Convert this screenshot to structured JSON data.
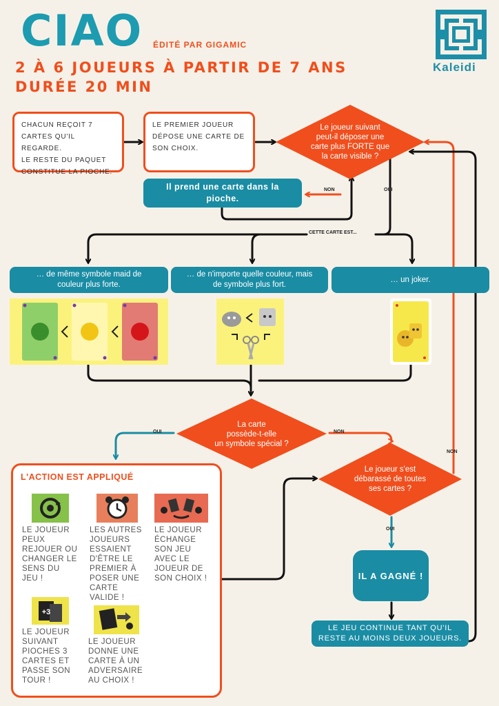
{
  "header": {
    "title": "CIAO",
    "edited_by": "ÉDITÉ PAR  GIGAMIC",
    "players": "2 À 6 JOUEURS À PARTIR DE 7 ANS",
    "duration": "DURÉE 20 MIN",
    "logo": "Kaleidi"
  },
  "flow": {
    "start_box": [
      "CHACUN REÇOIT 7",
      "CARTES QU'IL REGARDE.",
      "LE RESTE DU PAQUET",
      "CONSTITUE LA PIOCHE."
    ],
    "first_player_box": [
      "LE PREMIER JOUEUR",
      "DÉPOSE UNE CARTE DE",
      "SON CHOIX."
    ],
    "decision_stronger": [
      "Le joueur suivant",
      "peut-il déposer une",
      "carte plus FORTE que",
      "la carte visible ?"
    ],
    "draw_box": [
      "Il prend une carte dans la",
      "pioche."
    ],
    "label_non_1": "NON",
    "label_oui_1": "OUI",
    "label_card_is": "CETTE CARTE EST...",
    "option_same_symbol": [
      "… de même symbole maid de",
      "couleur plus forte."
    ],
    "option_any_color": [
      "… de n'importe quelle couleur, mais",
      "de symbole plus fort."
    ],
    "option_joker": "… un joker.",
    "decision_special": [
      "La carte",
      "possède-t-elle",
      "un symbole spécial ?"
    ],
    "label_oui_2": "OUI",
    "label_non_2": "NON",
    "decision_rid": [
      "Le joueur s'est",
      "débarassé de toutes",
      "ses cartes ?"
    ],
    "label_oui_3": "OUI",
    "label_non_3": "NON",
    "won_box": "IL A GAGNÉ !",
    "continue_box": [
      "LE JEU CONTINUE TANT QU'IL",
      "RESTE AU MOINS DEUX JOUEURS."
    ],
    "compare_symbol": "<"
  },
  "actions": {
    "title": "L'ACTION EST APPLIQUÉ",
    "items": [
      {
        "icon": "replay-reverse-icon",
        "lines": [
          "LE JOUEUR",
          "PEUX",
          "REJOUER OU",
          "CHANGER LE",
          "SENS DU",
          "JEU !"
        ]
      },
      {
        "icon": "alarm-clock-icon",
        "lines": [
          "LES AUTRES",
          "JOUEURS",
          "ESSAIENT",
          "D'ÊTRE LE",
          "PREMIER À",
          "POSER UNE",
          "CARTE",
          "VALIDE !"
        ]
      },
      {
        "icon": "swap-hands-icon",
        "lines": [
          "LE JOUEUR",
          "ÉCHANGE",
          "SON JEU",
          "AVEC LE",
          "JOUEUR DE",
          "SON CHOIX !"
        ]
      },
      {
        "icon": "plus-three-icon",
        "badge": "+3",
        "lines": [
          "LE JOUEUR",
          "SUIVANT",
          "PIOCHES 3",
          "CARTES ET",
          "PASSE SON",
          "TOUR !"
        ]
      },
      {
        "icon": "give-card-icon",
        "lines": [
          "LE JOUEUR",
          "DONNE UNE",
          "CARTE À UN",
          "ADVERSAIRE",
          "AU CHOIX !"
        ]
      }
    ]
  },
  "colors": {
    "orange": "#f04e1d",
    "teal": "#1a8ca4",
    "title_teal": "#1d9bb0",
    "background": "#f6f1e8",
    "card_yellow": "#fbf27c",
    "green_card": "#5fae3c",
    "yellow_card": "#f2d21a",
    "red_card": "#e03a35"
  }
}
